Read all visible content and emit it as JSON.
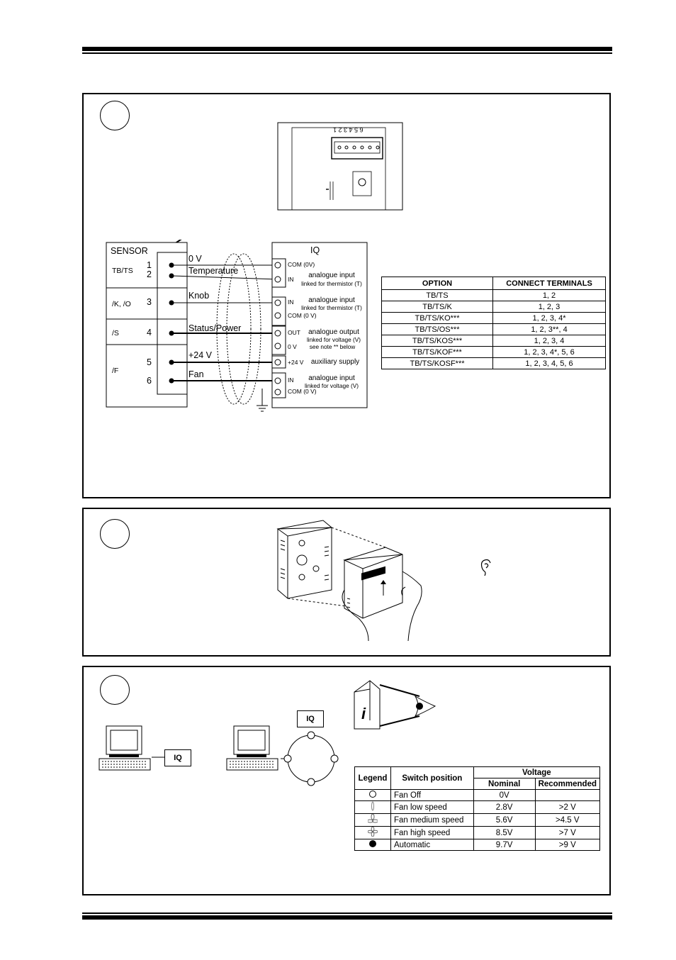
{
  "wiring": {
    "terminal_numbers": "6 5 4 3 2 1",
    "sensor_box": {
      "title": "SENSOR",
      "groups": [
        "TB/TS",
        "/K, /O",
        "/S",
        "/F"
      ],
      "terminals": [
        "1",
        "2",
        "3",
        "4",
        "5",
        "6"
      ],
      "signals": [
        "0 V",
        "Temperature",
        "Knob",
        "Status/Power",
        "+24 V",
        "Fan"
      ]
    },
    "iq_box": {
      "title": "IQ",
      "ports": [
        "COM (0V)",
        "IN",
        "IN",
        "COM (0 V)",
        "OUT",
        "0 V",
        "+24 V",
        "IN",
        "COM (0 V)"
      ],
      "descriptions": [
        "analogue input",
        "linked for thermistor (T)",
        "analogue input",
        "linked for thermistor (T)",
        "analogue output",
        "linked for voltage (V)",
        "see note ** below",
        "auxiliary supply",
        "analogue input",
        "linked for voltage (V)"
      ]
    }
  },
  "options_table": {
    "headers": [
      "OPTION",
      "CONNECT TERMINALS"
    ],
    "rows": [
      [
        "TB/TS",
        "1, 2"
      ],
      [
        "TB/TS/K",
        "1, 2, 3"
      ],
      [
        "TB/TS/KO***",
        "1, 2, 3, 4*"
      ],
      [
        "TB/TS/OS***",
        "1, 2, 3**, 4"
      ],
      [
        "TB/TS/KOS***",
        "1, 2, 3, 4"
      ],
      [
        "TB/TS/KOF***",
        "1, 2, 3, 4*, 5, 6"
      ],
      [
        "TB/TS/KOSF***",
        "1, 2, 3, 4, 5, 6"
      ]
    ]
  },
  "network": {
    "iq_label_left": "IQ",
    "iq_label_ring": "IQ"
  },
  "legend_table": {
    "headers": {
      "legend": "Legend",
      "switch": "Switch position",
      "voltage": "Voltage",
      "nominal": "Nominal",
      "recommended": "Recommended"
    },
    "rows": [
      {
        "icon": "open-circle-icon",
        "position": "Fan Off",
        "nominal": "0V",
        "recommended": ""
      },
      {
        "icon": "fan-low-icon",
        "position": "Fan low speed",
        "nominal": "2.8V",
        "recommended": ">2 V"
      },
      {
        "icon": "fan-medium-icon",
        "position": "Fan medium speed",
        "nominal": "5.6V",
        "recommended": ">4.5 V"
      },
      {
        "icon": "fan-high-icon",
        "position": "Fan high speed",
        "nominal": "8.5V",
        "recommended": ">7 V"
      },
      {
        "icon": "filled-circle-icon",
        "position": "Automatic",
        "nominal": "9.7V",
        "recommended": ">9 V"
      }
    ]
  }
}
